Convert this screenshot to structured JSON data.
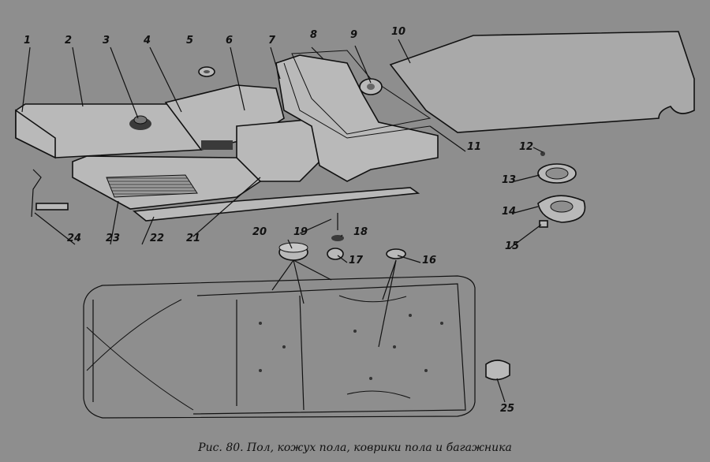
{
  "caption": "Рис. 80. Пол, кожух пола, коврики пола и багажника",
  "callouts": [
    "1",
    "2",
    "3",
    "4",
    "5",
    "6",
    "7",
    "8",
    "9",
    "10",
    "11",
    "12",
    "13",
    "14",
    "15",
    "16",
    "17",
    "18",
    "19",
    "20",
    "21",
    "22",
    "23",
    "24",
    "25"
  ]
}
